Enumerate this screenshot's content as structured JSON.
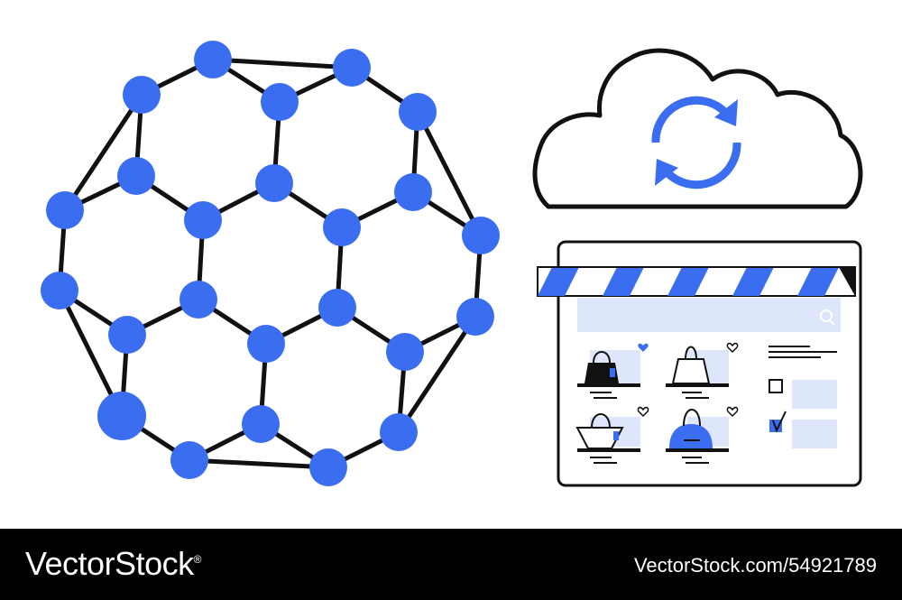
{
  "colors": {
    "accent": "#3b6df0",
    "line": "#111111",
    "light_panel": "#dde6fb",
    "background": "#ffffff",
    "footer": "#000000"
  },
  "icons": [
    "molecule-icon",
    "cloud-sync-icon",
    "online-store-icon",
    "bag-icon",
    "heart-icon",
    "checkbox-icon",
    "search-icon"
  ],
  "store": {
    "products": [
      {
        "name": "handbag",
        "favorited": true,
        "filled": "dark"
      },
      {
        "name": "tote-bag",
        "favorited": false,
        "filled": "none"
      },
      {
        "name": "hobo-bag",
        "favorited": false,
        "filled": "none"
      },
      {
        "name": "duffel-bag",
        "favorited": false,
        "filled": "accent"
      }
    ],
    "filters": [
      {
        "checked": false
      },
      {
        "checked": true
      }
    ]
  },
  "footer": {
    "brand": "VectorStock",
    "brand_mark": "®",
    "image_id": "VectorStock.com/54921789"
  }
}
